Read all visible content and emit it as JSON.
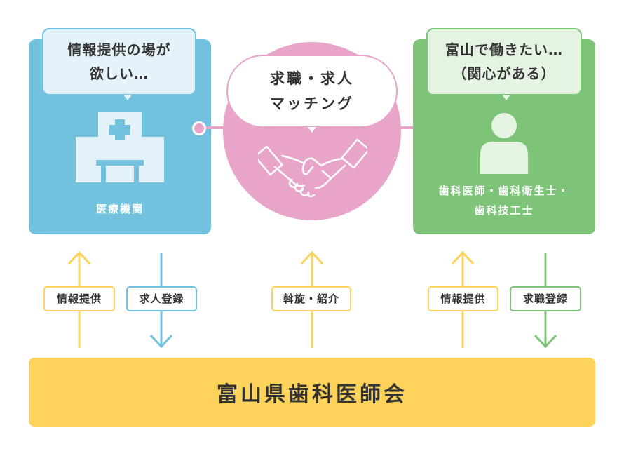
{
  "colors": {
    "blue": "#72c2df",
    "blue_light": "#e3f3f9",
    "green": "#7dc479",
    "green_light": "#e5f3e3",
    "pink": "#e9a5c9",
    "yellow": "#fdd35b",
    "text": "#333333"
  },
  "left_panel": {
    "bubble_line1": "情報提供の場が",
    "bubble_line2": "欲しい…",
    "icon": "hospital-icon",
    "caption": "医療機関"
  },
  "center": {
    "bubble_line1": "求職・求人",
    "bubble_line2": "マッチング",
    "icon": "handshake-icon"
  },
  "right_panel": {
    "bubble_line1": "富山で働きたい…",
    "bubble_line2": "（関心がある）",
    "icon": "person-icon",
    "caption_line1": "歯科医師・歯科衛生士・",
    "caption_line2": "歯科技工士"
  },
  "arrows": [
    {
      "label": "情報提供",
      "direction": "up",
      "color": "#fdd35b"
    },
    {
      "label": "求人登録",
      "direction": "down",
      "color": "#72c2df"
    },
    {
      "label": "斡旋・紹介",
      "direction": "up",
      "color": "#fdd35b"
    },
    {
      "label": "情報提供",
      "direction": "up",
      "color": "#fdd35b"
    },
    {
      "label": "求職登録",
      "direction": "down",
      "color": "#7dc479"
    }
  ],
  "footer": {
    "label": "富山県歯科医師会"
  }
}
